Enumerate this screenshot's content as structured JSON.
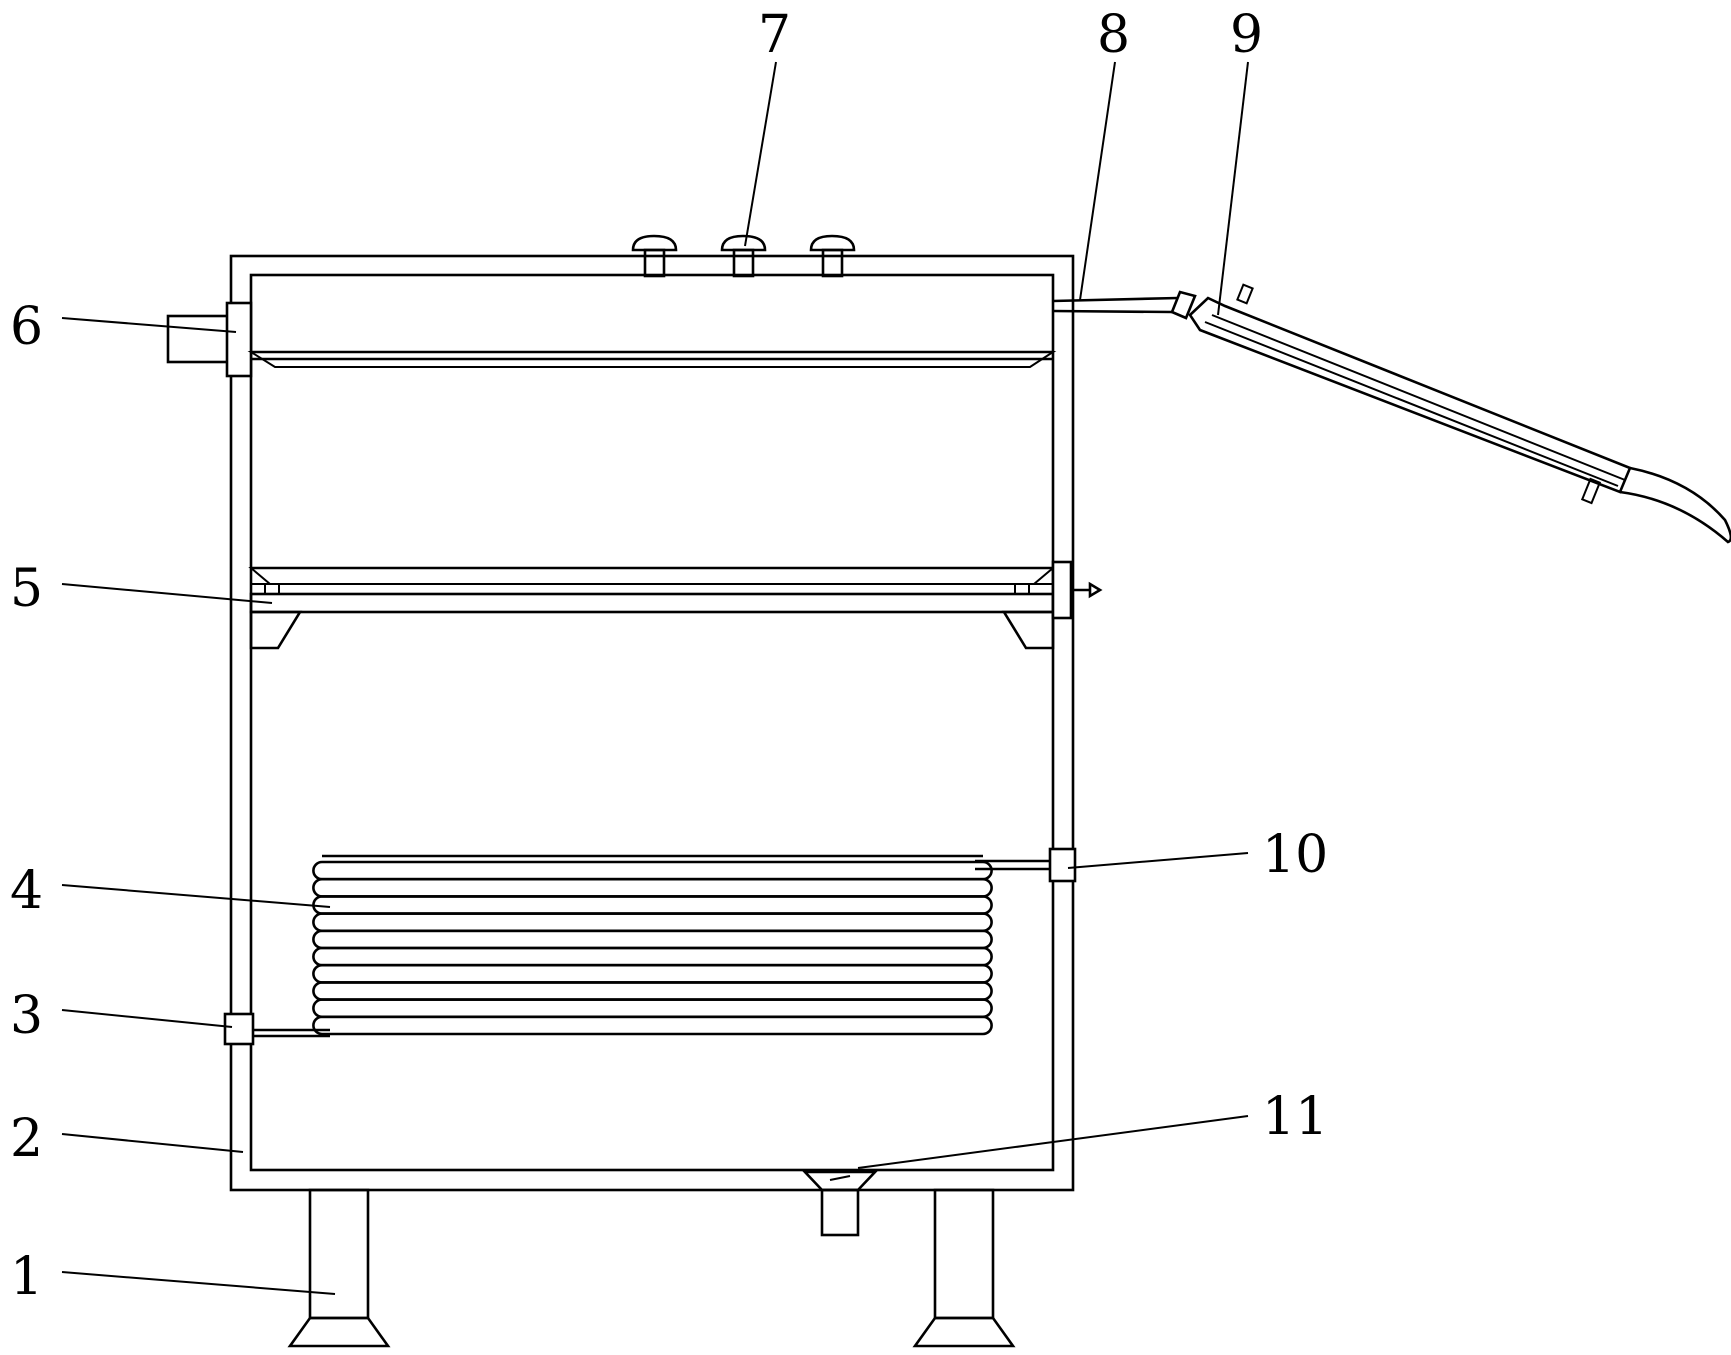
{
  "callouts": [
    {
      "id": "1",
      "text": "1"
    },
    {
      "id": "2",
      "text": "2"
    },
    {
      "id": "3",
      "text": "3"
    },
    {
      "id": "4",
      "text": "4"
    },
    {
      "id": "5",
      "text": "5"
    },
    {
      "id": "6",
      "text": "6"
    },
    {
      "id": "7",
      "text": "7"
    },
    {
      "id": "8",
      "text": "8"
    },
    {
      "id": "9",
      "text": "9"
    },
    {
      "id": "10",
      "text": "10"
    },
    {
      "id": "11",
      "text": "11"
    }
  ],
  "colors": {
    "stroke": "#000000",
    "background": "#ffffff"
  },
  "coil_turns": 10
}
